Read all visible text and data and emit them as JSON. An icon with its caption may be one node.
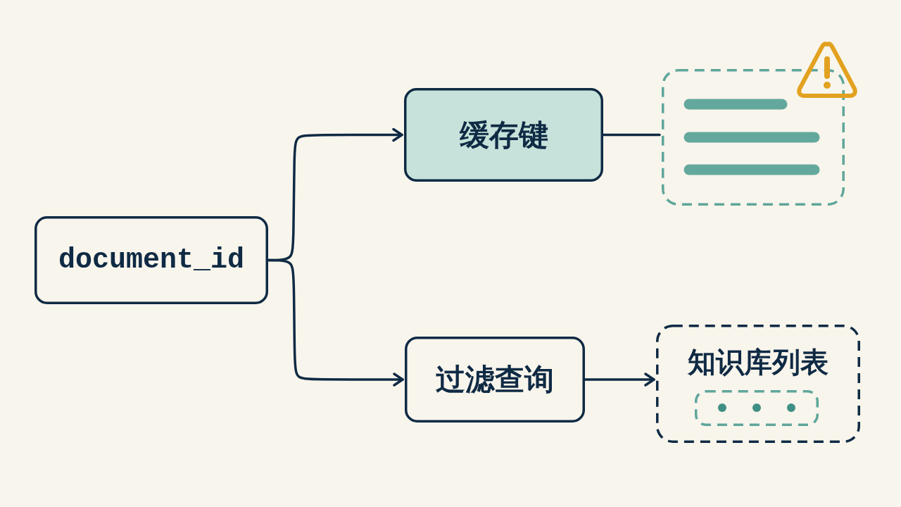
{
  "diagram": {
    "nodes": [
      {
        "text": [
          "document_id"
        ]
      },
      {
        "text": [
          "缓存键"
        ]
      },
      {
        "text": [
          "过滤查询"
        ]
      },
      {
        "text": [],
        "shape": "box"
      },
      {
        "text": [
          "知识库列表"
        ]
      },
      {
        "text": [],
        "shape": "box",
        "in": 4
      }
    ],
    "edges": [
      {
        "from": 0,
        "to": 1,
        "arrow": "to"
      },
      {
        "from": 0,
        "to": 2,
        "arrow": "to"
      },
      {
        "from": 1,
        "to": 3,
        "arrow": "none"
      },
      {
        "from": 2,
        "to": 4,
        "arrow": "to"
      }
    ]
  }
}
